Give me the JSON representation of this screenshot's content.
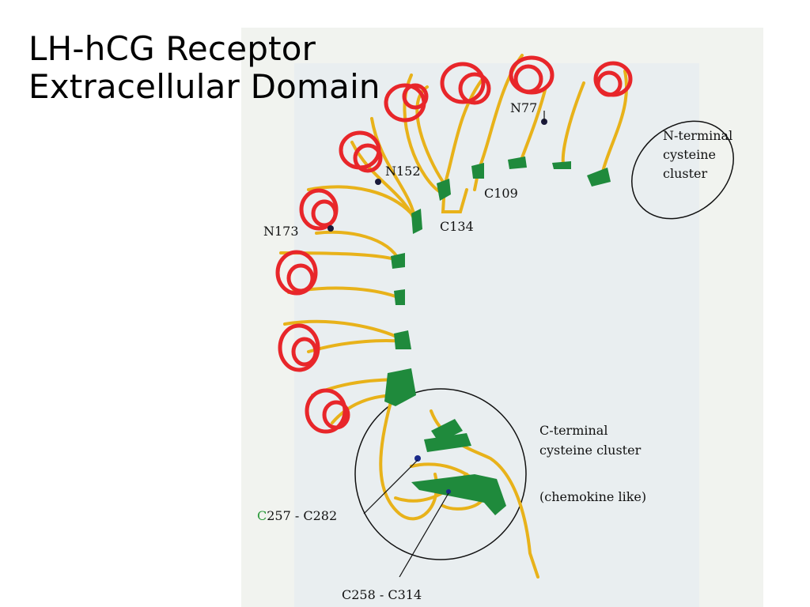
{
  "slide": {
    "title_line1": "LH-hCG Receptor",
    "title_line2": "Extracellular Domain"
  },
  "figure": {
    "labels": {
      "n77": "N77",
      "n152": "N152",
      "n173": "N173",
      "c109": "C109",
      "c134": "C134",
      "n_terminal_line1": "N-terminal",
      "n_terminal_line2": "cysteine",
      "n_terminal_line3": "cluster",
      "c_terminal_line1": "C-terminal",
      "c_terminal_line2": "cysteine cluster",
      "chemokine": "(chemokine like)",
      "c257_c282_prefix": "C",
      "c257_c282_rest": "257 - C282",
      "c258_c314": "C258 - C314"
    },
    "colors": {
      "page_bg": "#f1f3ef",
      "inner_panel": "#e9eef0",
      "helix": "#e8262a",
      "coil": "#e8b21a",
      "strand": "#1f8a3c",
      "glyco_dot": "#1a1a3a",
      "label_green": "#2a9a3a"
    }
  }
}
